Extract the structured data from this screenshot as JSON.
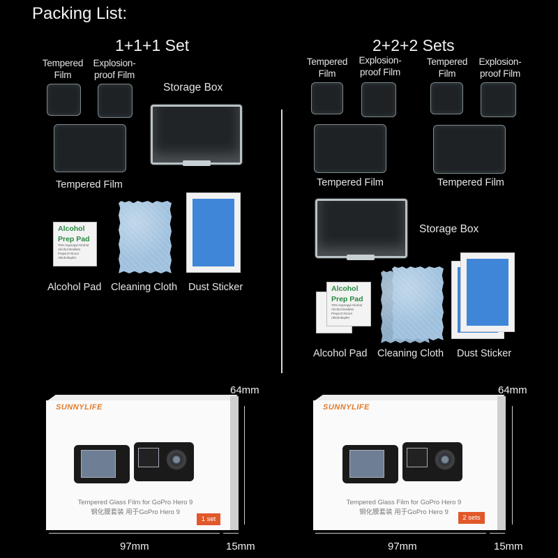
{
  "heading": "Packing List:",
  "set1": {
    "title": "1+1+1 Set",
    "tempered_film": "Tempered\nFilm",
    "explosion_film": "Explosion-\nproof Film",
    "storage_box": "Storage Box",
    "tempered_film_large": "Tempered Film",
    "alcohol_pad": "Alcohol Pad",
    "cleaning_cloth": "Cleaning Cloth",
    "dust_sticker": "Dust Sticker"
  },
  "set2": {
    "title": "2+2+2 Sets",
    "tempered_film_a": "Tempered\nFilm",
    "explosion_film_a": "Explosion-\nproof Film",
    "tempered_film_b": "Tempered\nFilm",
    "explosion_film_b": "Explosion-\nproof Film",
    "tempered_film_large_a": "Tempered Film",
    "tempered_film_large_b": "Tempered Film",
    "storage_box": "Storage Box",
    "alcohol_pad": "Alcohol Pad",
    "cleaning_cloth": "Cleaning Cloth",
    "dust_sticker": "Dust Sticker"
  },
  "alcohol_pack": {
    "line1": "Alcohol",
    "line2": "Prep Pad",
    "small1": "70% Isopropyl Alcohol",
    "small2": "Alcohol Desktes",
    "small3": "Prepa D'Alcool",
    "small4": "Alkoholtupfer"
  },
  "package1": {
    "brand": "SUNNYLIFE",
    "caption_en": "Tempered Glass Film for GoPro Hero 9",
    "caption_cn": "钢化膜套装 用于GoPro Hero 9",
    "badge": "1 set",
    "height": "64mm",
    "width": "97mm",
    "depth": "15mm"
  },
  "package2": {
    "brand": "SUNNYLIFE",
    "caption_en": "Tempered Glass Film for GoPro Hero 9",
    "caption_cn": "钢化膜套装 用于GoPro Hero 9",
    "badge": "2 sets",
    "height": "64mm",
    "width": "97mm",
    "depth": "15mm"
  }
}
